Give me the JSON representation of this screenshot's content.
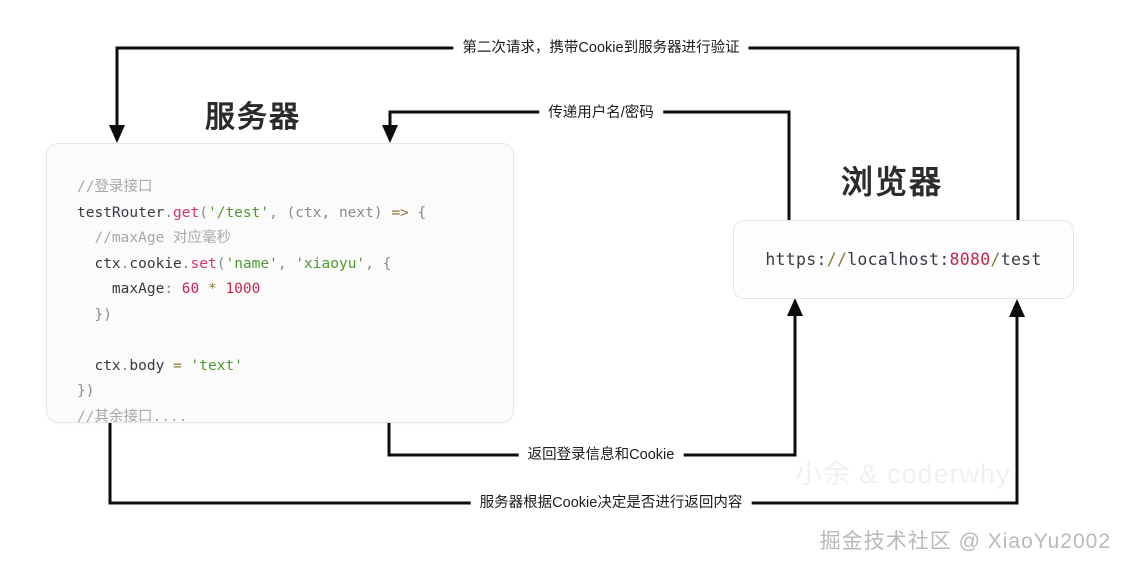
{
  "diagram": {
    "title_server": "服务器",
    "title_browser": "浏览器"
  },
  "code_panel": {
    "lines": {
      "l1_comment": "//登录接口",
      "l2_a": "testRouter",
      "l2_dot": ".",
      "l2_method": "get",
      "l2_paren_open": "(",
      "l2_string": "'/test'",
      "l2_comma": ", ",
      "l2_params": "(ctx, next)",
      "l2_arrow": " => ",
      "l2_brace": "{",
      "l3_comment": "//maxAge 对应毫秒",
      "l4_ctx": "ctx",
      "l4_dot1": ".",
      "l4_cookie": "cookie",
      "l4_dot2": ".",
      "l4_method": "set",
      "l4_paren": "(",
      "l4_str1": "'name'",
      "l4_comma1": ", ",
      "l4_str2": "'xiaoyu'",
      "l4_comma2": ", ",
      "l4_brace": "{",
      "l5_key": "maxAge",
      "l5_colon": ": ",
      "l5_num1": "60",
      "l5_op": " * ",
      "l5_num2": "1000",
      "l6_close": "})",
      "l7_blank": " ",
      "l8_ctx": "ctx",
      "l8_dot": ".",
      "l8_body": "body",
      "l8_eq": " = ",
      "l8_str": "'text'",
      "l9_close": "})",
      "l10_comment": "//其余接口...."
    }
  },
  "url_box": {
    "scheme": "https",
    "colon": ":",
    "slashes": "//",
    "host": "localhost",
    "port_colon": ":",
    "port": "8080",
    "path_slash": "/",
    "path": "test"
  },
  "wire_labels": {
    "second_request": "第二次请求，携带Cookie到服务器进行验证",
    "credentials": "传递用户名/密码",
    "login_cookie": "返回登录信息和Cookie",
    "server_decide": "服务器根据Cookie决定是否进行返回内容"
  },
  "watermarks": {
    "center": "小余 & coderwhy",
    "attribution": "掘金技术社区 @ XiaoYu2002"
  },
  "colors": {
    "stroke": "#0d0d0d",
    "panel_bg": "#fbfbfb",
    "panel_border": "#e6e6e6",
    "comment": "#a8a8a8",
    "string": "#4f9a2f",
    "method": "#d6336c",
    "number": "#c7254e",
    "operator": "#8a7a33",
    "text": "#383a42",
    "watermark": "#f0f0f0",
    "attribution": "#b9b9b9"
  }
}
